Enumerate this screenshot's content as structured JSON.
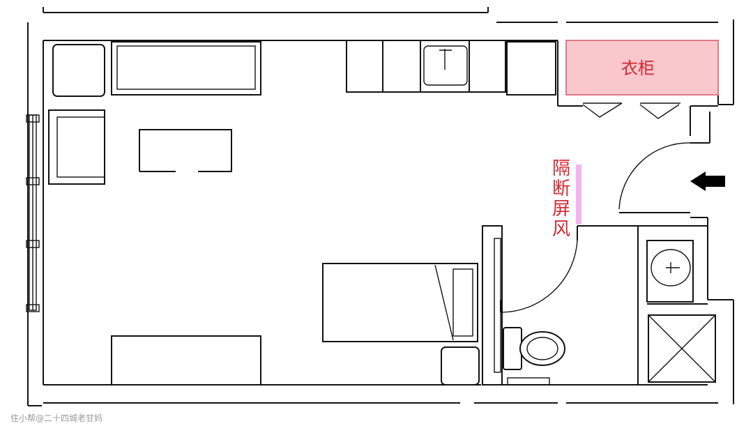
{
  "labels": {
    "wardrobe": "衣柜",
    "partition_screen": [
      "隔",
      "断",
      "屏",
      "风"
    ],
    "watermark": "住小帮@二十四城老甘妈"
  },
  "colors": {
    "wardrobe_fill": "#f9c7cc",
    "wardrobe_stroke": "#e07a86",
    "label_red": "#d12a35",
    "screen_mark": "#f2b3f0",
    "line": "#111111"
  },
  "icons": {
    "entrance_arrow": "arrow-left-icon"
  }
}
